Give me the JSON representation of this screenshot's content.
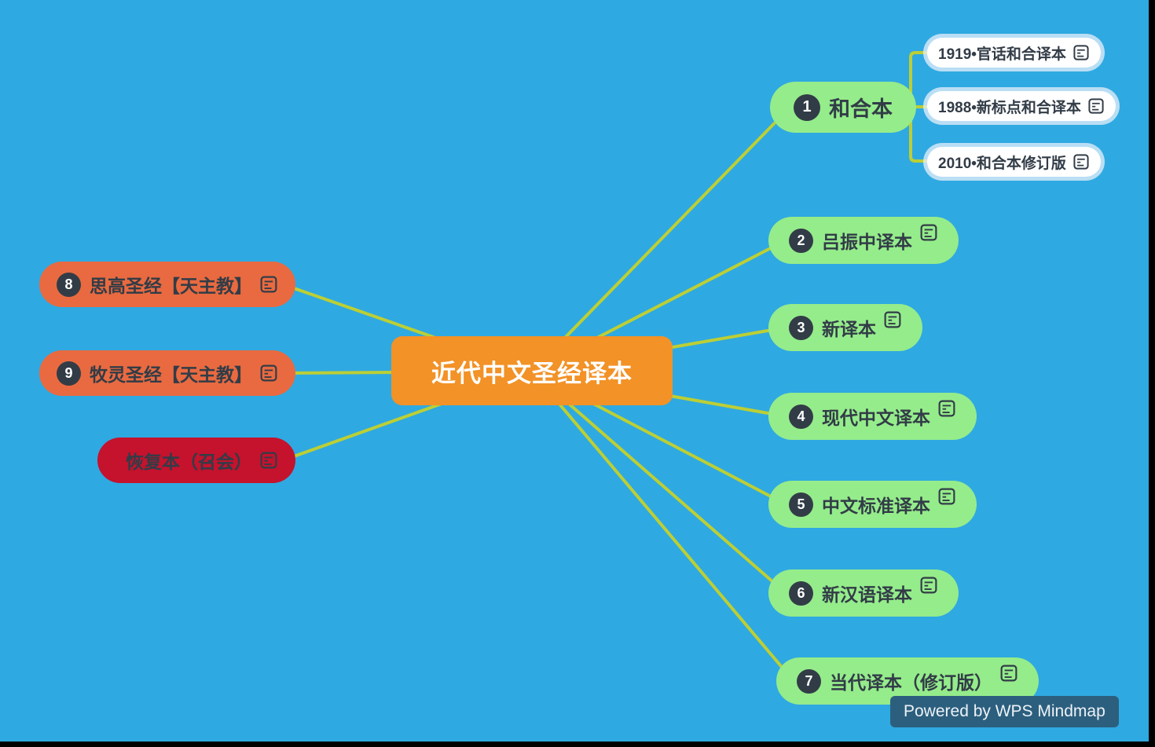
{
  "colors": {
    "background": "#2FA9E1",
    "connector_line": "#BCCF35",
    "center_node": "#F29227",
    "right_node": "#95EC8B",
    "left_node": "#E96A40",
    "recovery_node": "#C5122D",
    "text_dark": "#323C47",
    "watermark_bg": "#2C5F7E",
    "child_node": "#FFFFFF"
  },
  "center": {
    "label": "近代中文圣经译本"
  },
  "right_nodes": [
    {
      "num": "1",
      "label": "和合本"
    },
    {
      "num": "2",
      "label": "吕振中译本"
    },
    {
      "num": "3",
      "label": "新译本"
    },
    {
      "num": "4",
      "label": "现代中文译本"
    },
    {
      "num": "5",
      "label": "中文标准译本"
    },
    {
      "num": "6",
      "label": "新汉语译本"
    },
    {
      "num": "7",
      "label": "当代译本（修订版）"
    }
  ],
  "child_nodes": [
    {
      "label": "1919•官话和合译本"
    },
    {
      "label": "1988•新标点和合译本"
    },
    {
      "label": "2010•和合本修订版"
    }
  ],
  "left_nodes": [
    {
      "num": "8",
      "label": "思高圣经【天主教】"
    },
    {
      "num": "9",
      "label": "牧灵圣经【天主教】"
    },
    {
      "num": "",
      "label": "恢复本（召会）"
    }
  ],
  "watermark": {
    "label": "Powered by WPS Mindmap"
  },
  "icons": {
    "document": "document-icon",
    "number_badge": "number-badge"
  }
}
